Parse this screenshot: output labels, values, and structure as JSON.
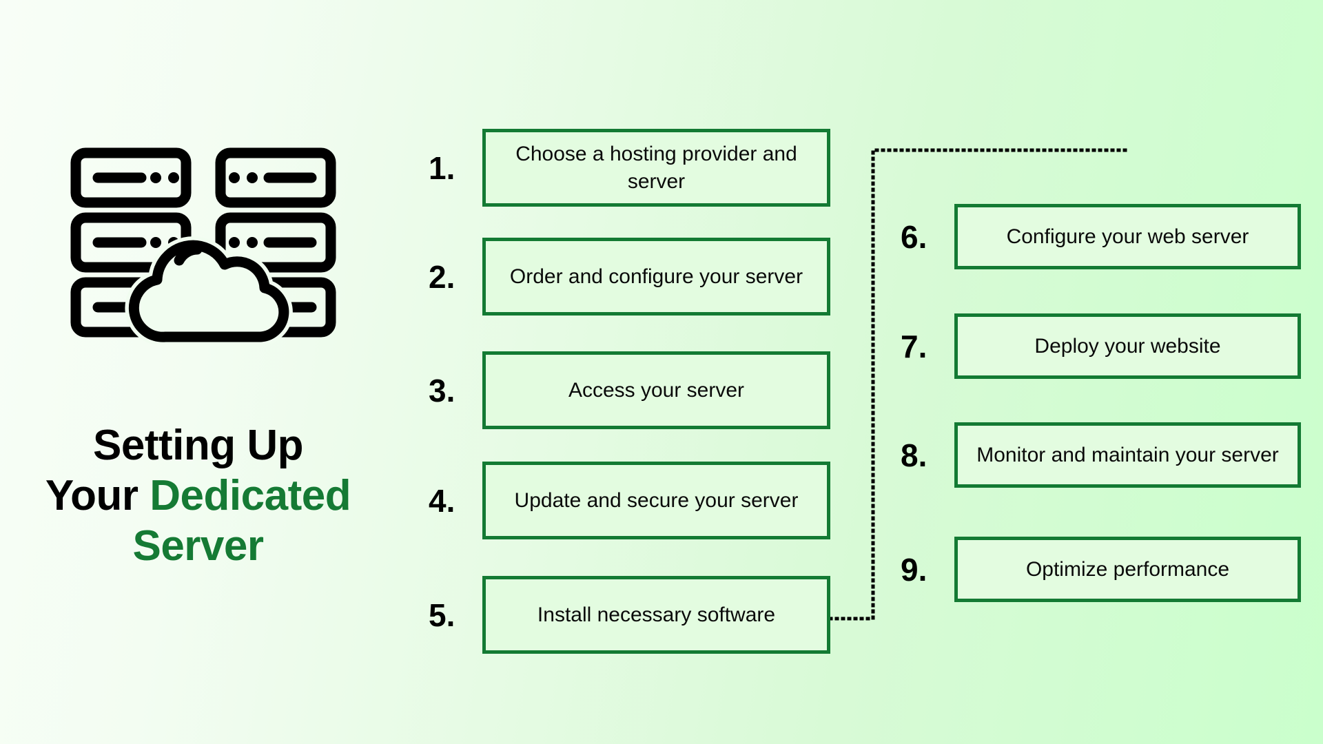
{
  "page": {
    "title_line1": "Setting Up",
    "title_line2_plain": "Your ",
    "title_line2_accent": "Dedicated",
    "title_line3_accent": "Server",
    "icon_name": "server-cloud-icon"
  },
  "colors": {
    "accent_green": "#157a34",
    "box_border": "#137a33",
    "box_fill": "#e3fce0",
    "text_black": "#000000",
    "bg_start": "#f8fef7",
    "bg_end": "#caffcc",
    "connector": "#000000"
  },
  "flow": {
    "column_left": [
      {
        "number": "1.",
        "label": "Choose a hosting provider and server",
        "lines": 2
      },
      {
        "number": "2.",
        "label": "Order and configure your server",
        "lines": 2
      },
      {
        "number": "3.",
        "label": "Access your server",
        "lines": 1
      },
      {
        "number": "4.",
        "label": "Update and secure your server",
        "lines": 1
      },
      {
        "number": "5.",
        "label": "Install necessary software",
        "lines": 1
      }
    ],
    "column_right": [
      {
        "number": "6.",
        "label": "Configure your web server",
        "lines": 1
      },
      {
        "number": "7.",
        "label": "Deploy your website",
        "lines": 1
      },
      {
        "number": "8.",
        "label": "Monitor and maintain your server",
        "lines": 2
      },
      {
        "number": "9.",
        "label": "Optimize performance",
        "lines": 1
      }
    ],
    "connector_name": "dotted-connector-line",
    "connector_style": "dotted"
  }
}
